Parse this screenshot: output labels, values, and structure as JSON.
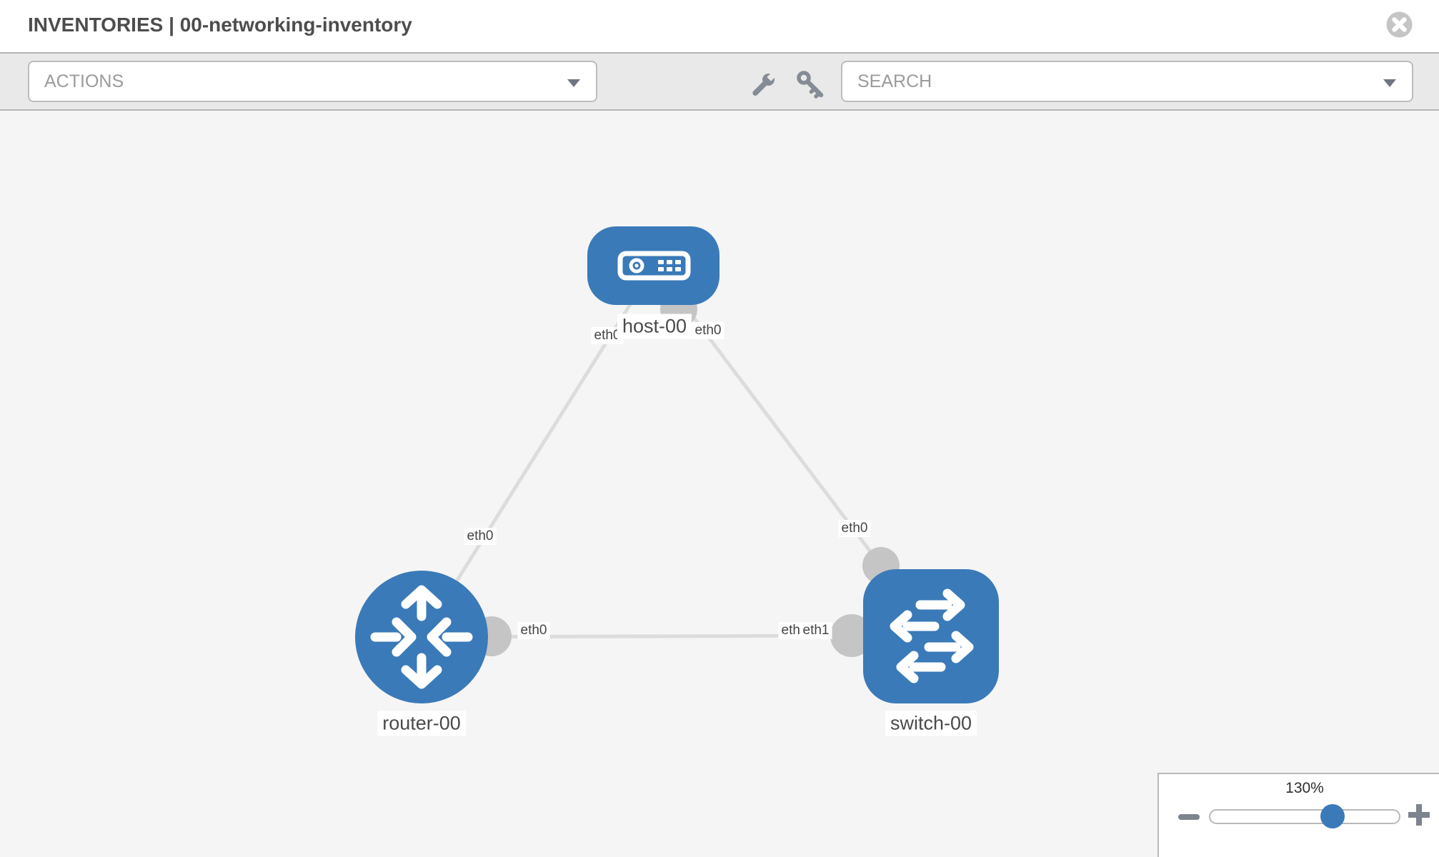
{
  "header": {
    "title": "INVENTORIES | 00-networking-inventory",
    "close_icon": "circle-x-icon"
  },
  "toolbar": {
    "actions_dropdown": {
      "label": "ACTIONS",
      "caret_icon": "caret-down-icon"
    },
    "tool_icons": [
      "wrench-icon",
      "key-icon"
    ],
    "search_dropdown": {
      "label": "SEARCH",
      "caret_icon": "caret-down-icon"
    }
  },
  "topology": {
    "nodes": [
      {
        "id": "host-00",
        "type": "host",
        "label": "host-00",
        "icon": "server-icon"
      },
      {
        "id": "router-00",
        "type": "router",
        "label": "router-00",
        "icon": "router-arrows-icon"
      },
      {
        "id": "switch-00",
        "type": "switch",
        "label": "switch-00",
        "icon": "switch-arrows-icon"
      }
    ],
    "links": [
      {
        "from": "router-00",
        "to": "host-00",
        "from_interface": "eth0",
        "to_interface": "eth0"
      },
      {
        "from": "host-00",
        "to": "switch-00",
        "from_interface": "eth0",
        "to_interface": "eth0"
      },
      {
        "from": "router-00",
        "to": "switch-00",
        "from_interface": "eth0",
        "to_interface": "eth1",
        "overlapping_label": "eth0"
      }
    ]
  },
  "zoom_control": {
    "percent": "130%",
    "minus_icon": "minus-icon",
    "plus_icon": "plus-icon"
  },
  "colors": {
    "node_blue": "#3a7ab8",
    "link_gray": "#dcdcdc",
    "connector_gray": "#c5c5c5",
    "canvas_bg": "#f5f5f5",
    "toolbar_bg": "#e9e9e9",
    "icon_gray": "#858c96"
  }
}
